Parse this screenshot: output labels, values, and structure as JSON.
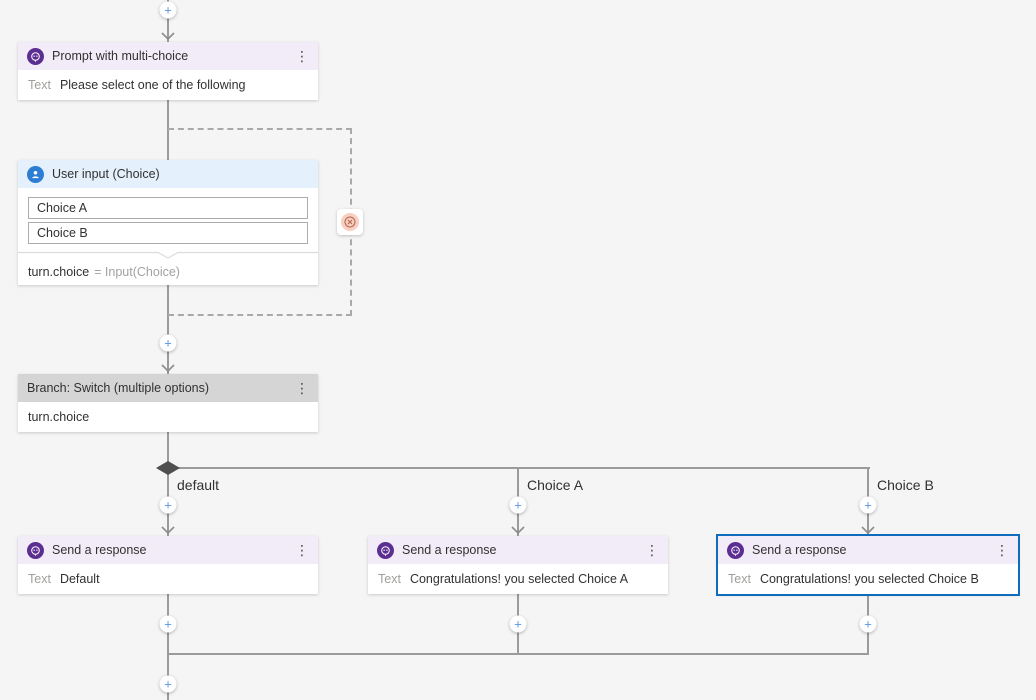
{
  "colors": {
    "canvas_bg": "#f5f5f5",
    "connector": "#9b9b9b",
    "selection_accent": "#0f6cbd",
    "prompt_header_bg": "#f1ecf8",
    "prompt_icon_bg": "#5c2e91",
    "input_header_bg": "#e4f0fb",
    "input_icon_bg": "#2d7ed3",
    "branch_header_bg": "#d5d5d5",
    "badge_circle_bg": "#f8cfc0",
    "badge_glyph": "#b2644e",
    "plus_glyph": "#5b94e3"
  },
  "icons": {
    "plus": "+",
    "kebab": "⋮",
    "bot_message": "bot-message-icon",
    "user": "user-icon",
    "cancel": "cancel-circle-icon",
    "arrowhead": "arrowhead-down-icon",
    "branch_diamond": "branch-diamond-icon"
  },
  "flow": {
    "prompt": {
      "title": "Prompt with multi-choice",
      "field_label": "Text",
      "field_value": "Please select one of the following"
    },
    "user_input": {
      "title": "User input (Choice)",
      "options": [
        "Choice A",
        "Choice B"
      ],
      "assignment_lhs": "turn.choice",
      "assignment_rhs": "= Input(Choice)"
    },
    "branch": {
      "title": "Branch: Switch (multiple options)",
      "condition": "turn.choice"
    },
    "branches": [
      {
        "label": "default"
      },
      {
        "label": "Choice A"
      },
      {
        "label": "Choice B"
      }
    ],
    "responses": [
      {
        "title": "Send a response",
        "field_label": "Text",
        "field_value": "Default",
        "selected": false
      },
      {
        "title": "Send a response",
        "field_label": "Text",
        "field_value": "Congratulations! you selected Choice A",
        "selected": false
      },
      {
        "title": "Send a response",
        "field_label": "Text",
        "field_value": "Congratulations! you selected Choice B",
        "selected": true
      }
    ]
  }
}
